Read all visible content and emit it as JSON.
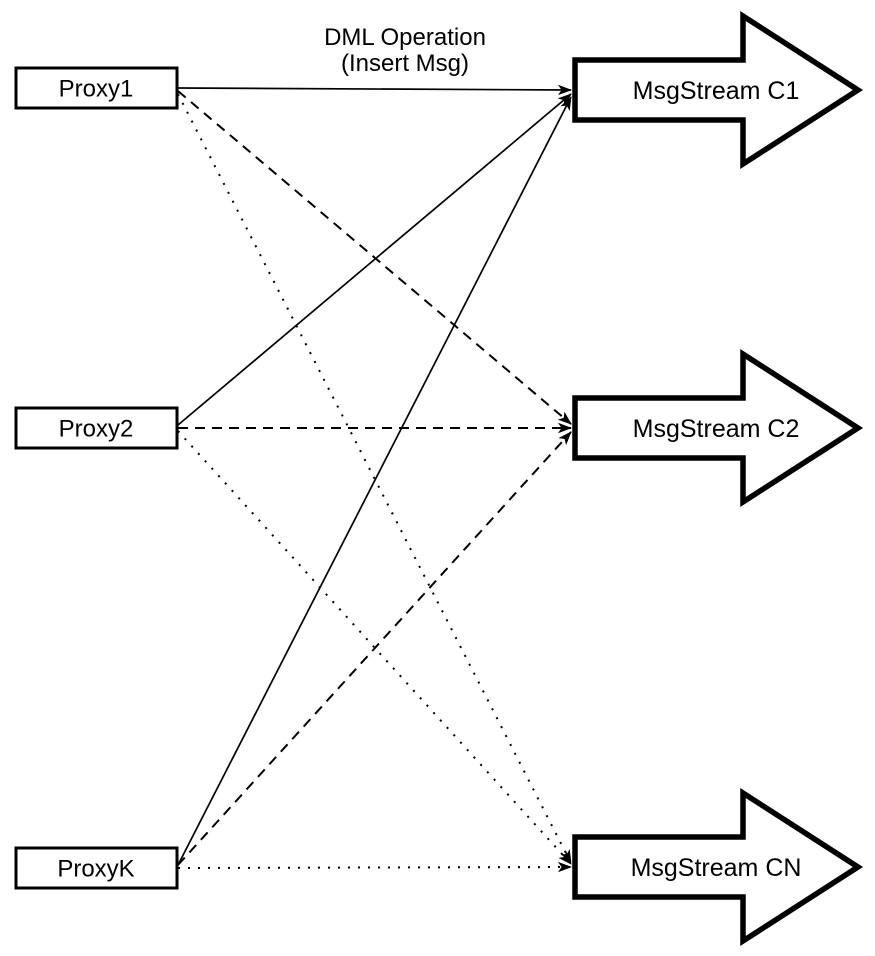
{
  "diagram": {
    "background": "#ffffff",
    "ink": "#000000",
    "annotation": {
      "line1": "DML Operation",
      "line2": "(Insert Msg)"
    },
    "proxies": [
      {
        "label": "Proxy1"
      },
      {
        "label": "Proxy2"
      },
      {
        "label": "ProxyK"
      }
    ],
    "streams": [
      {
        "label": "MsgStream C1"
      },
      {
        "label": "MsgStream C2"
      },
      {
        "label": "MsgStream CN"
      }
    ],
    "edges": [
      {
        "from": "Proxy1",
        "to": "MsgStream C1",
        "style": "solid"
      },
      {
        "from": "Proxy1",
        "to": "MsgStream C2",
        "style": "dashed"
      },
      {
        "from": "Proxy1",
        "to": "MsgStream CN",
        "style": "dotted"
      },
      {
        "from": "Proxy2",
        "to": "MsgStream C1",
        "style": "solid"
      },
      {
        "from": "Proxy2",
        "to": "MsgStream C2",
        "style": "dashed"
      },
      {
        "from": "Proxy2",
        "to": "MsgStream CN",
        "style": "dotted"
      },
      {
        "from": "ProxyK",
        "to": "MsgStream C1",
        "style": "solid"
      },
      {
        "from": "ProxyK",
        "to": "MsgStream C2",
        "style": "dashed"
      },
      {
        "from": "ProxyK",
        "to": "MsgStream CN",
        "style": "dotted"
      }
    ]
  }
}
